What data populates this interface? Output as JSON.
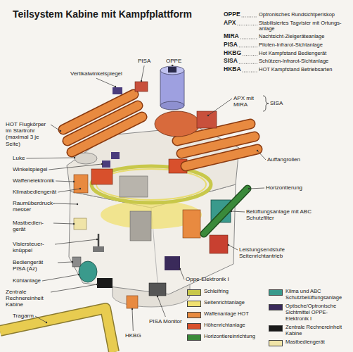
{
  "diagram": {
    "title": "Teilsystem Kabine mit Kampfplattform",
    "labels": [
      "HOT Flugkörper im Startrohr (maximal 3 je Seite)",
      "Vertikalwinkelspiegel",
      "PISA",
      "OPPE",
      "Luke",
      "Winkelspiegel",
      "Waffenelektronik",
      "Klimabediengerät",
      "Raumüberdruck- messer",
      "Mastbedien- gerät",
      "Visiersteuer- knüppel",
      "Bediengerät PISA (Az)",
      "Kühlanlage",
      "Zentrale Rechnereinheit Kabine",
      "Tragarm",
      "HKBG",
      "PISA Monitor",
      "Oppe-Elektronik I",
      "Leistungsendstufe Seitenrichtantrieb",
      "Belüftungsanlage mit ABC Schutzfilter",
      "Horizontierung",
      "Auffangrollen",
      "APX mit MIRA",
      "SISA",
      "OPPE",
      "Optronisches Rundsichtperiskop",
      "APX",
      "Stabilisiertes Tagvisier mit Ortungs- anlage",
      "MIRA",
      "Nachtsicht-Zielgeräteanlage",
      "PISA",
      "Piloten-Infrarot-Sichtanlage",
      "HKBG",
      "Hot Kampfstand Bediengerät",
      "SISA",
      "Schützen-Infrarot-Sichtanlage",
      "HKBA",
      "HOT Kampfstand Betriebsarten"
    ],
    "legend": [
      {
        "text": "Schleifring",
        "color": "#c8c84a"
      },
      {
        "text": "Seitenrichtanlage",
        "color": "#f0e070"
      },
      {
        "text": "Waffenanlage HOT",
        "color": "#e88a40"
      },
      {
        "text": "Höhenrichtanlage",
        "color": "#d8502c"
      },
      {
        "text": "Horizontiereinrichtung",
        "color": "#3a8a3a"
      },
      {
        "text": "Klima und ABC Schutzbelüftungsanlage",
        "color": "#3a9a8c"
      },
      {
        "text": "Optische/Optronische Sichtmittel OPPE-Elektronik I",
        "color": "#3a2a5a"
      },
      {
        "text": "Zentrale Rechnereinheit Kabine",
        "color": "#1a1a1a"
      },
      {
        "text": "Mastbediengerät",
        "color": "#f0e4a8"
      }
    ]
  }
}
